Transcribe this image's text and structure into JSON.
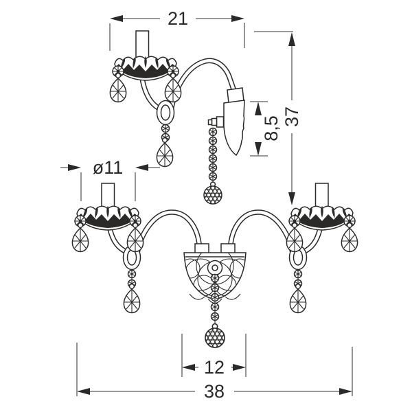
{
  "diagram": {
    "colors": {
      "background": "#ffffff",
      "drawing_line": "#2b2a29",
      "dimension_line": "#5b5b5b"
    },
    "dimensions": {
      "top_width": "21",
      "total_height": "37",
      "bracket_height": "8,5",
      "cup_diameter": "ø11",
      "body_width": "12",
      "total_width": "38"
    }
  }
}
